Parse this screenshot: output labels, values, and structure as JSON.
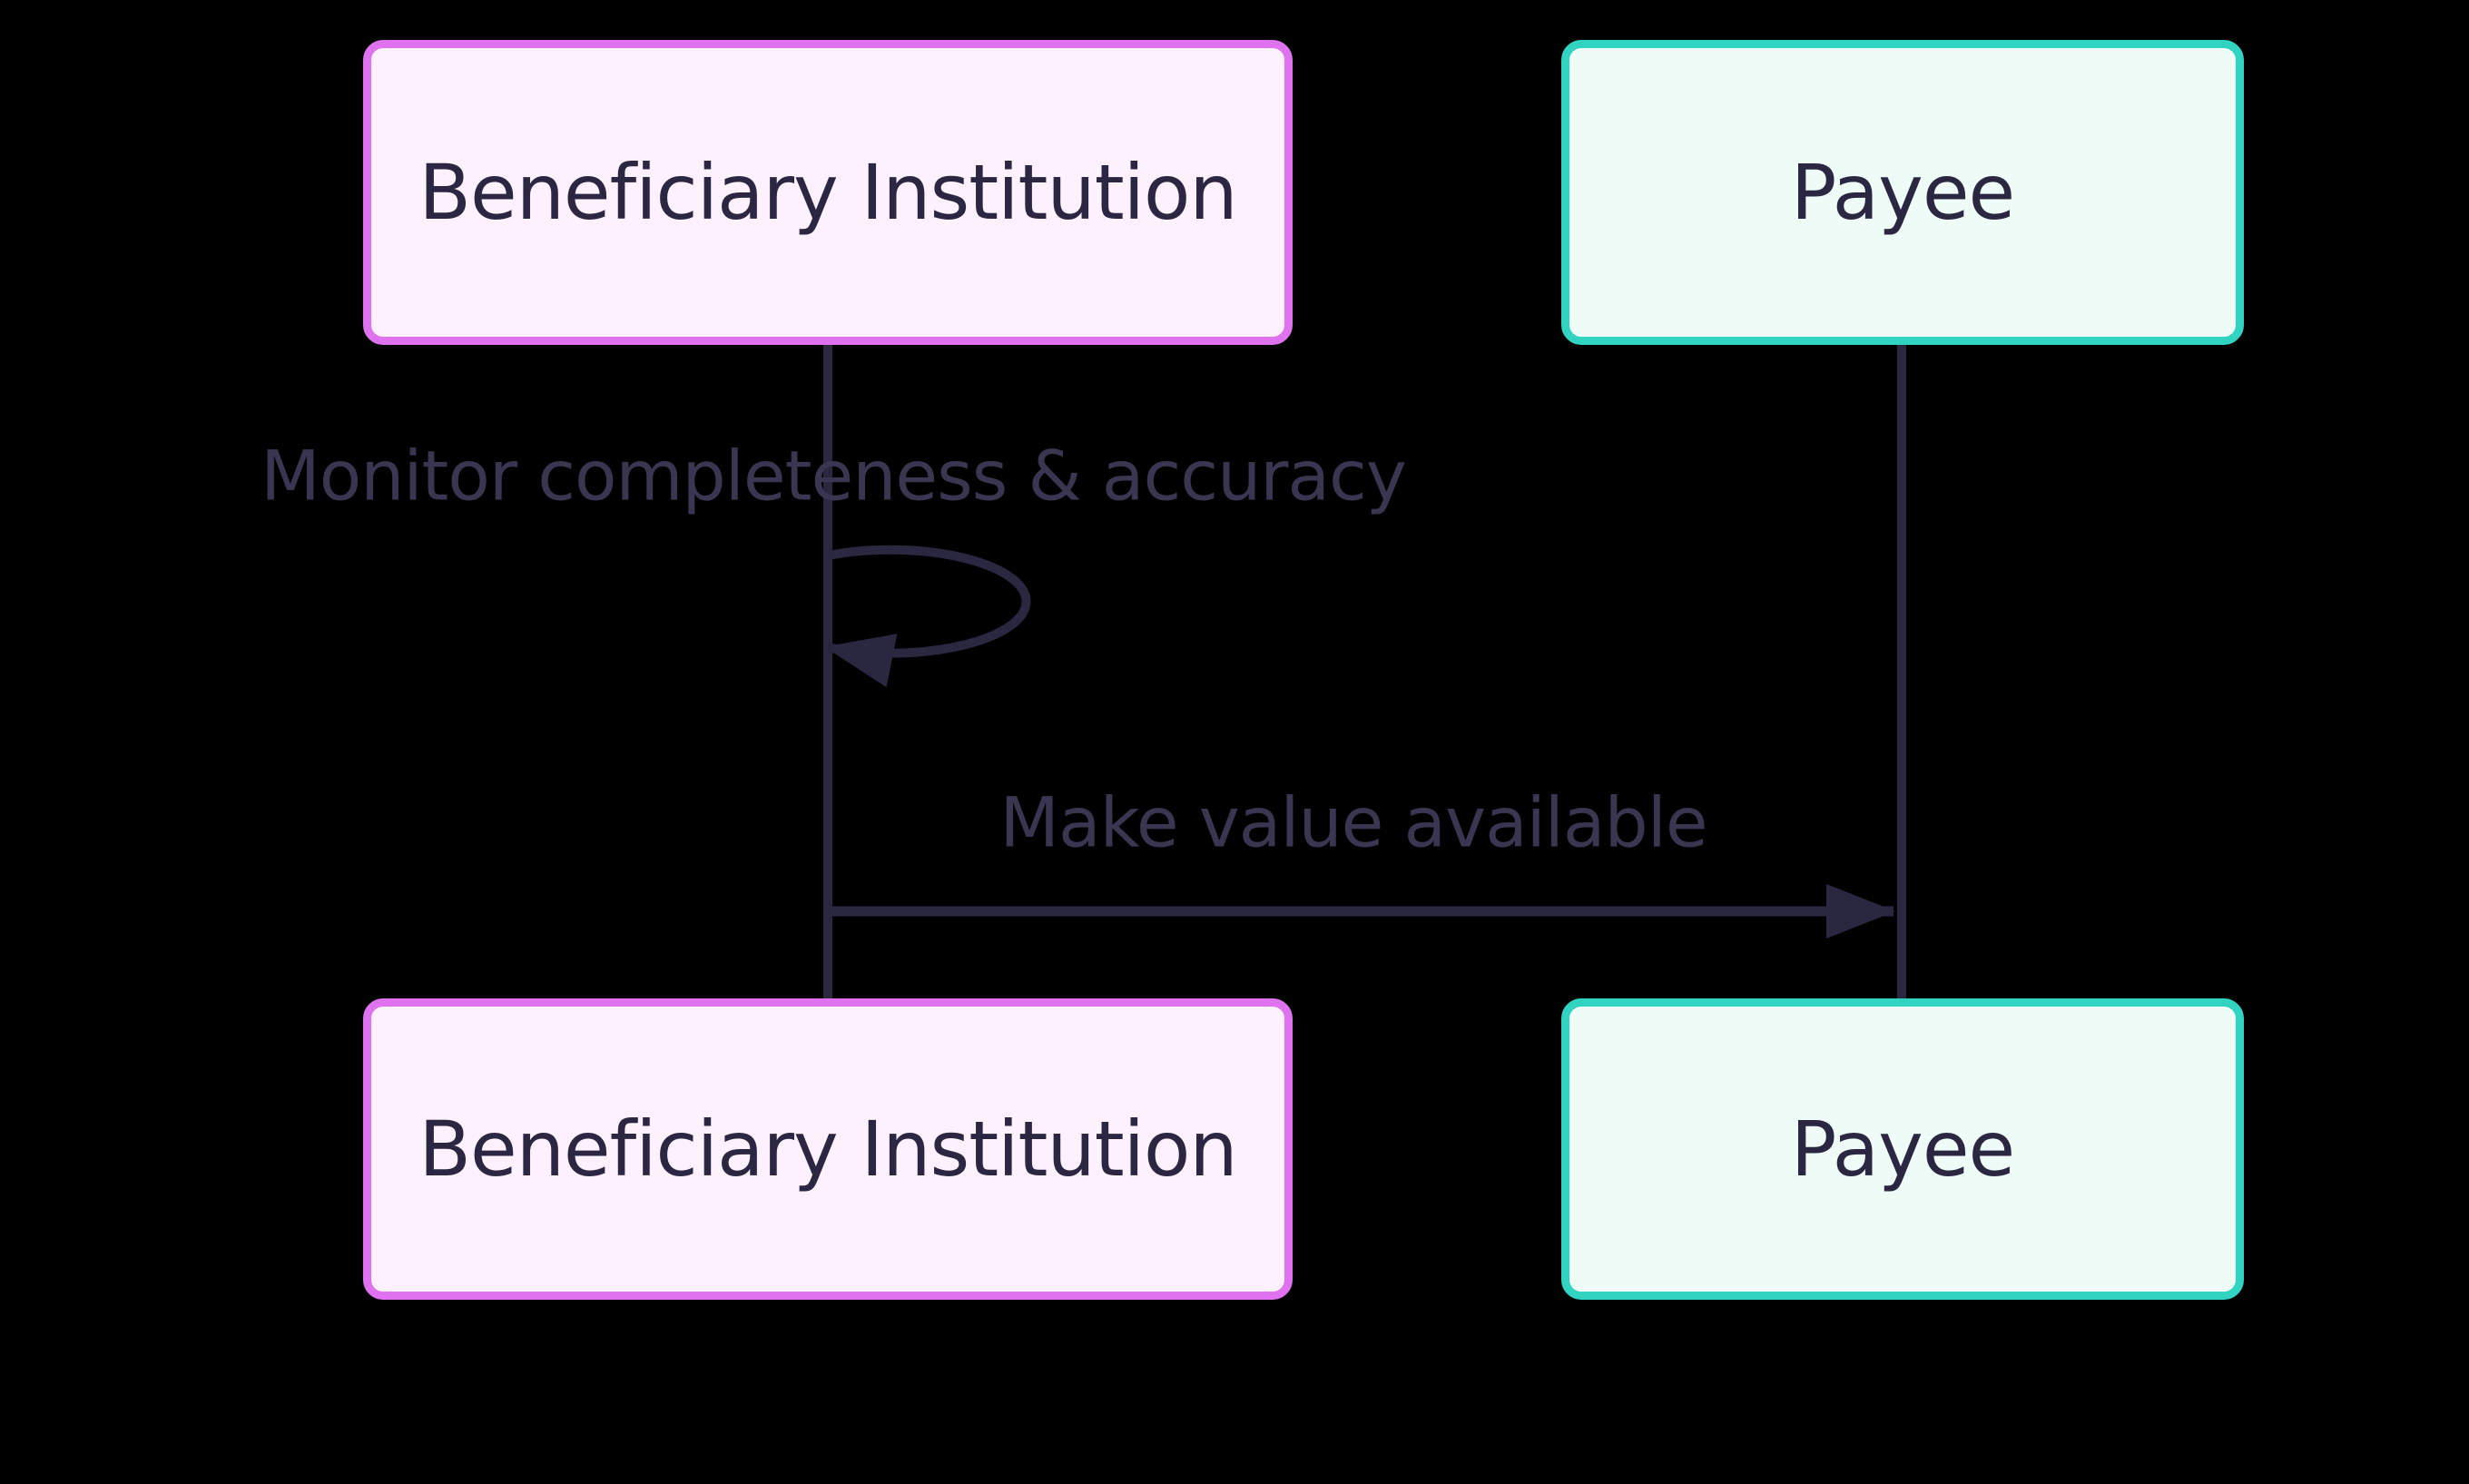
{
  "diagram": {
    "type": "sequence-diagram",
    "background_color": "#000000",
    "line_color": "#2a2741",
    "message_text_color": "#3a3550",
    "actors": {
      "beneficiary": {
        "label": "Beneficiary Institution",
        "border_color": "#e072f0",
        "fill_color": "#fcf1fc",
        "text_color": "#2b2742"
      },
      "payee": {
        "label": "Payee",
        "border_color": "#30d4c1",
        "fill_color": "#eefbf7",
        "text_color": "#2b2742"
      }
    },
    "messages": {
      "self_loop": {
        "label": "Monitor completeness & accuracy",
        "from": "Beneficiary Institution",
        "to": "Beneficiary Institution",
        "arrow": "solid-filled-head",
        "shape": "self-loop"
      },
      "transfer": {
        "label": "Make value available",
        "from": "Beneficiary Institution",
        "to": "Payee",
        "arrow": "solid-filled-head",
        "shape": "straight"
      }
    }
  }
}
